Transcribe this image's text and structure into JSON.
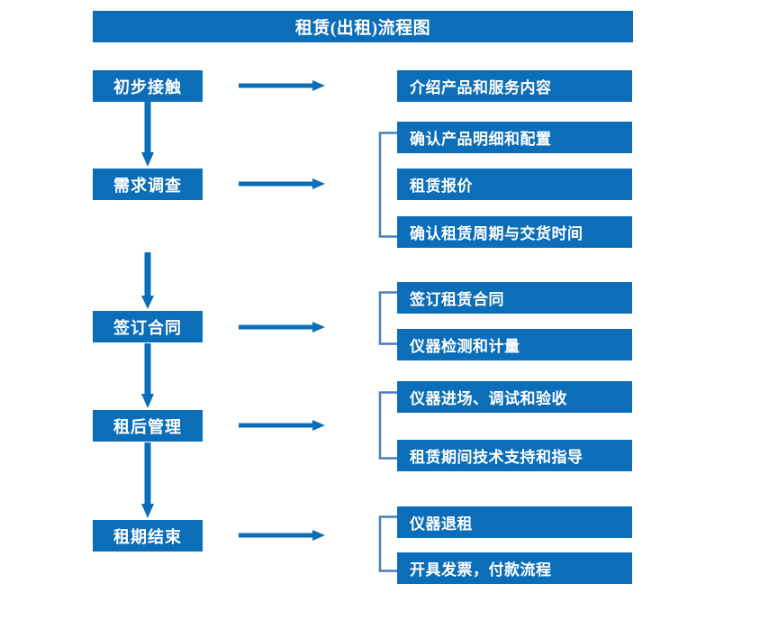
{
  "diagram": {
    "title": "租赁(出租)流程图",
    "colors": {
      "box_fill": "#0C6EB8",
      "box_text": "#FFFFFF",
      "arrow": "#0C6EB8",
      "bracket": "#4A7EBB",
      "background": "#FFFFFF"
    },
    "stages": [
      {
        "label": "初步接触"
      },
      {
        "label": "需求调查"
      },
      {
        "label": "签订合同"
      },
      {
        "label": "租后管理"
      },
      {
        "label": "租期结束"
      }
    ],
    "details": [
      {
        "label": "介绍产品和服务内容"
      },
      {
        "label": "确认产品明细和配置"
      },
      {
        "label": "租赁报价"
      },
      {
        "label": "确认租赁周期与交货时间"
      },
      {
        "label": "签订租赁合同"
      },
      {
        "label": "仪器检测和计量"
      },
      {
        "label": "仪器进场、调试和验收"
      },
      {
        "label": "租赁期间技术支持和指导"
      },
      {
        "label": "仪器退租"
      },
      {
        "label": "开具发票，付款流程"
      }
    ],
    "connector_arrows_horizontal": 5,
    "connector_arrows_vertical": 4,
    "brackets": 4
  }
}
